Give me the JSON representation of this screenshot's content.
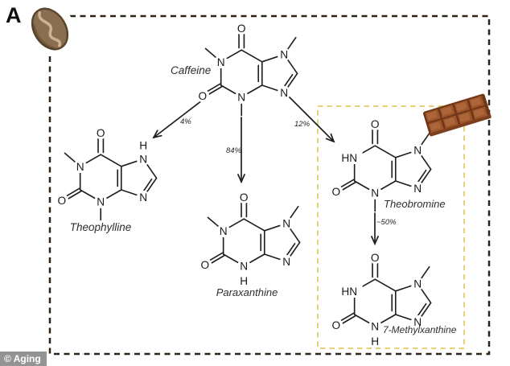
{
  "figure": {
    "panel_label": "A",
    "watermark": "© Aging"
  },
  "molecules": [
    {
      "id": "caffeine",
      "name": "Caffeine",
      "n1": "methyl",
      "n3": "methyl",
      "n7": "methyl"
    },
    {
      "id": "theophylline",
      "name": "Theophylline",
      "n1": "methyl",
      "n3": "methyl",
      "n7": "H"
    },
    {
      "id": "paraxanthine",
      "name": "Paraxanthine",
      "n1": "methyl",
      "n3": "H",
      "n7": "methyl"
    },
    {
      "id": "theobromine",
      "name": "Theobromine",
      "n1": "HN",
      "n3": "methyl",
      "n7": "methyl"
    },
    {
      "id": "methylxanthine7",
      "name": "7-Methylxanthine",
      "n1": "HN",
      "n3": "H",
      "n7": "methyl"
    }
  ],
  "atom_labels": {
    "nitrogen": "N",
    "oxygen": "O",
    "nh_left": "HN",
    "hydrogen": "H"
  },
  "arrows": [
    {
      "from": "Caffeine",
      "to": "Theophylline",
      "label": "4%"
    },
    {
      "from": "Caffeine",
      "to": "Paraxanthine",
      "label": "84%"
    },
    {
      "from": "Caffeine",
      "to": "Theobromine",
      "label": "12%"
    },
    {
      "from": "Theobromine",
      "to": "7-Methylxanthine",
      "label": "~50%"
    }
  ],
  "icons": [
    {
      "name": "coffee-bean-icon"
    },
    {
      "name": "chocolate-bar-icon"
    }
  ],
  "colors": {
    "outer_border": "#2e2115",
    "inner_border": "#e7d177",
    "bond": "#1f1f1f",
    "arrow": "#1f1f1f",
    "bean_body": "#8a6e4f",
    "bean_outline": "#5a4530",
    "bean_crease": "#cbb390",
    "chocolate_dark": "#6f3517",
    "chocolate_mid": "#9d5529",
    "chocolate_light": "#ad653a",
    "watermark_bg": "#949494",
    "watermark_text": "#ffffff"
  }
}
